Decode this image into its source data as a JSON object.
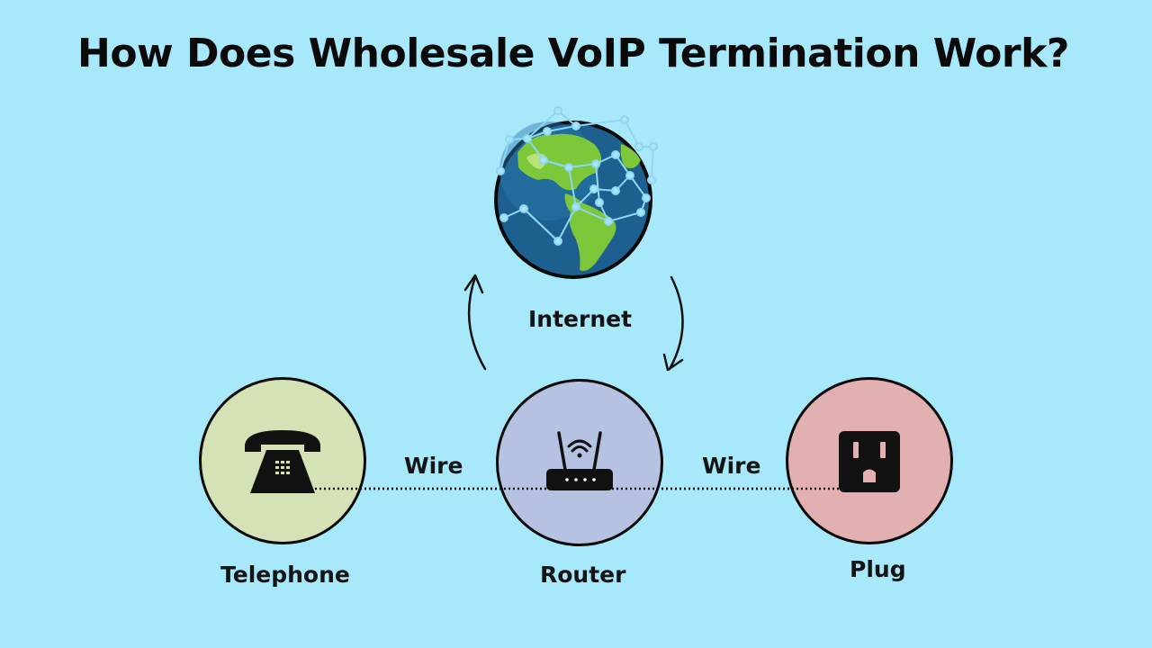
{
  "title": "How Does Wholesale VoIP Termination Work?",
  "labels": {
    "internet": "Internet",
    "wire_left": "Wire",
    "wire_right": "Wire",
    "telephone": "Telephone",
    "router": "Router",
    "plug": "Plug"
  },
  "colors": {
    "background": "#a8e8fb",
    "telephone_fill": "#d4e2b6",
    "router_fill": "#b6c2e2",
    "plug_fill": "#e2b0b0",
    "ocean": "#1d5f8f",
    "land": "#7dc73a",
    "network": "#8fd6f2"
  },
  "icons": {
    "globe": "globe-network-icon",
    "telephone": "telephone-icon",
    "router": "wifi-router-icon",
    "plug": "power-outlet-icon"
  }
}
